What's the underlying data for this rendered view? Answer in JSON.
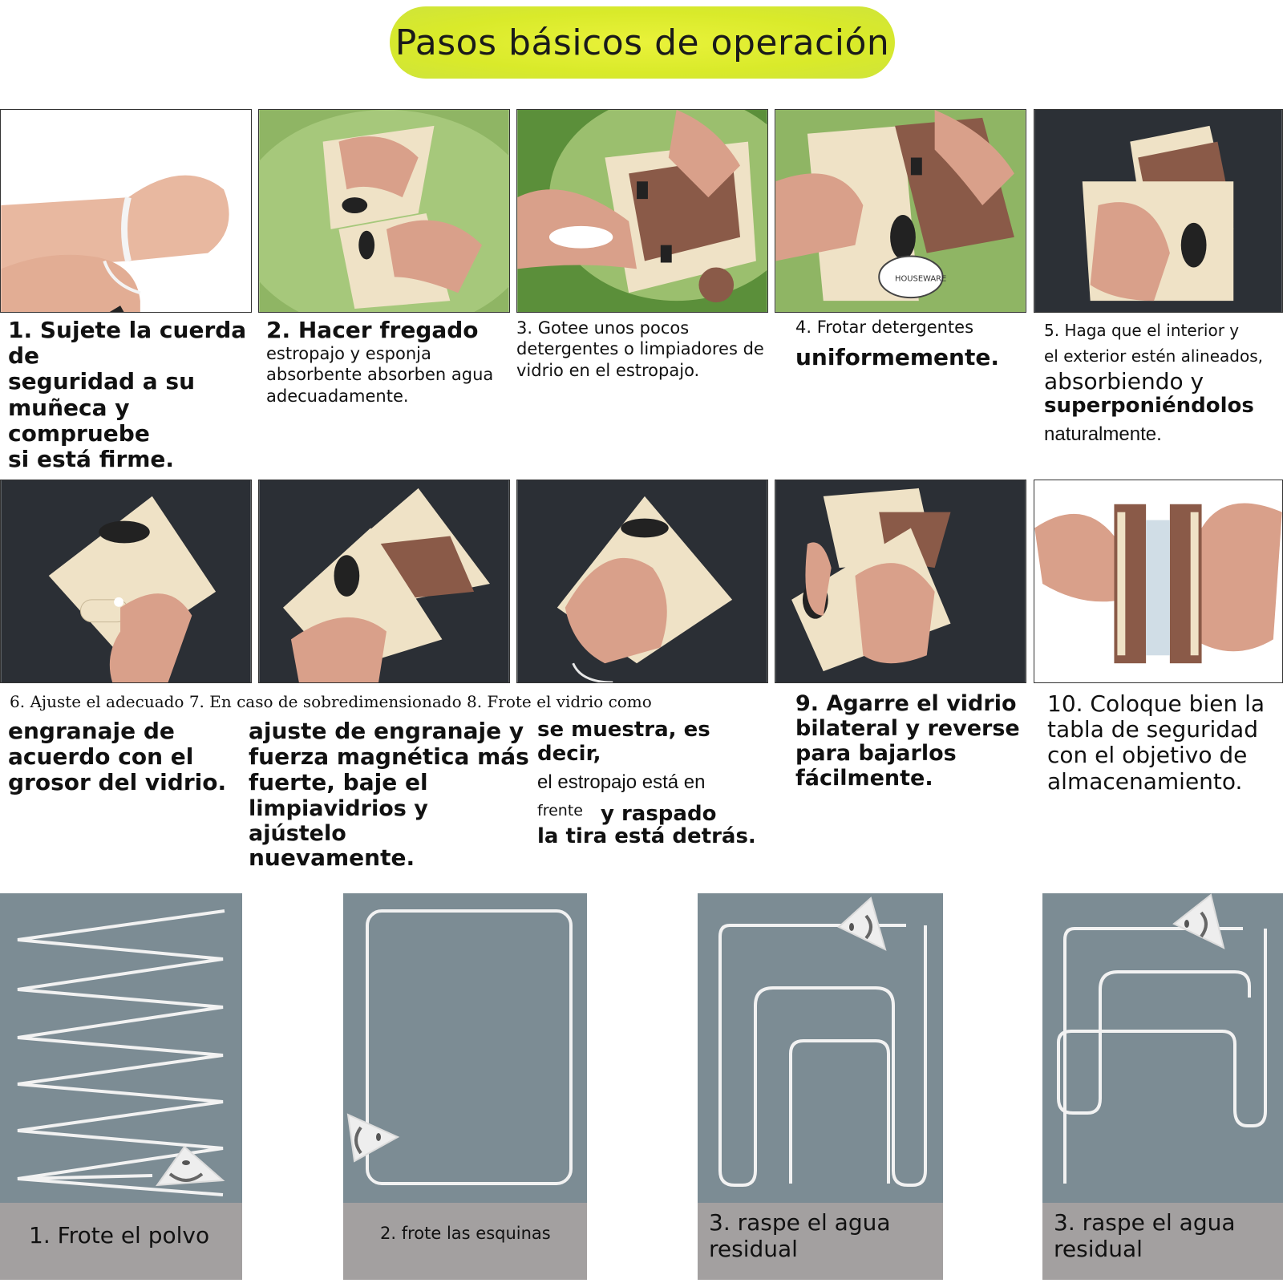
{
  "title": "Pasos básicos de operación",
  "steps": [
    {
      "lines": [
        "1. Sujete la cuerda de",
        "seguridad a su",
        "muñeca y compruebe",
        "si está firme."
      ]
    },
    {
      "heading": "2. Hacer fregado",
      "lines": [
        "estropajo y esponja",
        "absorbente absorben agua",
        "adecuadamente."
      ]
    },
    {
      "lines": [
        "3. Gotee unos pocos",
        "detergentes o limpiadores de",
        "vidrio en el estropajo."
      ]
    },
    {
      "lines": [
        "4. Frotar detergentes",
        "uniformemente."
      ]
    },
    {
      "lines": [
        "5. Haga que el interior y",
        "el exterior estén alineados,",
        "absorbiendo y",
        "superponiéndolos",
        "naturalmente."
      ]
    }
  ],
  "steps_row2_top": "6. Ajuste el adecuado 7. En caso de sobredimensionado 8. Frote el vidrio como",
  "step6_lines": [
    "engranaje de",
    "acuerdo con el",
    "grosor del vidrio."
  ],
  "step7_lines": [
    "ajuste de engranaje y",
    "fuerza magnética más",
    "fuerte, baje el",
    "limpiavidrios y ajústelo",
    "nuevamente."
  ],
  "step8_lines": [
    "se muestra, es decir,",
    "el estropajo está en",
    "frente",
    "y raspado",
    "la tira está detrás."
  ],
  "step9_lines": [
    "9. Agarre el vidrio",
    "bilateral y reverse",
    "para bajarlos",
    "fácilmente."
  ],
  "step10_lines": [
    "10. Coloque bien la",
    "tabla de seguridad",
    "con el objetivo de",
    "almacenamiento."
  ],
  "panels": [
    {
      "label": "1. Frote el polvo"
    },
    {
      "label": "2. frote las esquinas"
    },
    {
      "label_lines": [
        "3. raspe el agua",
        "residual"
      ]
    },
    {
      "label_lines": [
        "3. raspe el agua",
        "residual"
      ]
    }
  ],
  "photo_brand_text": "HOUSEWARE",
  "colors": {
    "title_pill": "#d9ea2a",
    "panel_bg": "#7c8c94",
    "panel_label_bg": "#a3a0a0",
    "device_cream": "#efe2c6",
    "device_brown": "#8a5a48",
    "basin_green": "#9bbf6e"
  }
}
